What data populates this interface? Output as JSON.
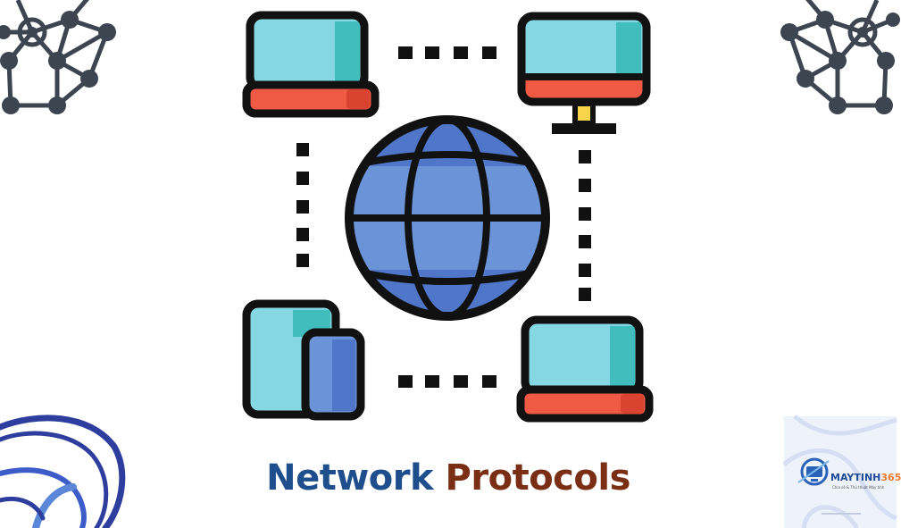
{
  "title": {
    "word1": "Network",
    "word2": "Protocols"
  },
  "watermark": {
    "brand": "MAYTINH",
    "brand_num": "365",
    "tagline": "Chia sẻ & Thủ thuật Máy tính"
  },
  "icons": {
    "center": "globe-icon",
    "top_left": "laptop-icon",
    "top_right": "desktop-monitor-icon",
    "bottom_left": "tablet-phone-icon",
    "bottom_right": "laptop-icon",
    "corner_top_left": "network-web-icon",
    "corner_top_right": "network-web-icon",
    "corner_bottom_left": "globe-outline-icon",
    "corner_bottom_right": "maytinh365-logo"
  },
  "colors": {
    "outline": "#111111",
    "screen": "#85d7e4",
    "screen_shade": "#42bdbd",
    "base_red": "#f05a45",
    "globe_light": "#6b93d8",
    "globe_dark": "#4f76c9",
    "network_gray": "#3d4551",
    "title_blue": "#1f4e8c",
    "title_brown": "#7a2e14"
  }
}
